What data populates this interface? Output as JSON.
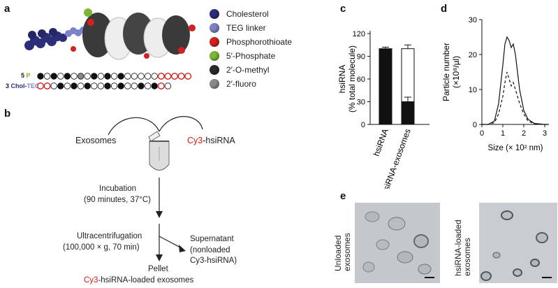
{
  "panels": {
    "a": "a",
    "b": "b",
    "c": "c",
    "d": "d",
    "e": "e"
  },
  "legend": [
    {
      "label": "Cholesterol",
      "color": "#2b2f7a"
    },
    {
      "label": "TEG linker",
      "color": "#7b82c8"
    },
    {
      "label": "Phosphorothioate",
      "color": "#d42020"
    },
    {
      "label": "5′-Phosphate",
      "color": "#7bb832"
    },
    {
      "label": "2′-O-methyl",
      "color": "#2a2a2a"
    },
    {
      "label": "2′-fluoro",
      "color": "#8a8a8a"
    }
  ],
  "strands": {
    "top_prefix": "5",
    "top_p": "P",
    "bottom_prefix": "3",
    "bottom_chol": "Chol-",
    "bottom_teg": "TEG"
  },
  "flow": {
    "exosomes": "Exosomes",
    "cy3": "Cy3",
    "hsirna": "-hsiRNA",
    "incubation": "Incubation",
    "incubation_cond": "(90 minutes, 37°C)",
    "ultra": "Ultracentrifugation",
    "ultra_cond": "(100,000 × g, 70 min)",
    "supernatant": "Supernatant",
    "nonloaded": "(nonloaded",
    "nonloaded2": "Cy3-hsiRNA)",
    "pellet": "Pellet",
    "loaded_suffix": "-hsiRNA-loaded exosomes"
  },
  "chart_data": [
    {
      "type": "bar",
      "categories": [
        "hsiRNA",
        "hsiRNA-exosomes"
      ],
      "series": [
        {
          "values": [
            100,
            30
          ],
          "error": [
            2,
            6
          ]
        },
        {
          "values": [
            0,
            70
          ],
          "error": [
            0,
            5
          ]
        }
      ],
      "stack_totals": [
        100,
        100
      ],
      "ylabel": "hsiRNA\n(% total molecule)",
      "ylabel_lines": [
        "hsiRNA",
        "(% total molecule)"
      ],
      "yticks": [
        "0",
        "30",
        "60",
        "90",
        "120"
      ],
      "ylim": [
        0,
        120
      ],
      "colors": [
        "#111111",
        "#ffffff"
      ]
    },
    {
      "type": "line",
      "x": [
        0,
        0.3,
        0.6,
        0.8,
        1.0,
        1.1,
        1.2,
        1.3,
        1.4,
        1.5,
        1.6,
        1.7,
        1.8,
        2.0,
        2.2,
        2.5,
        3.0,
        3.2
      ],
      "series": [
        {
          "style": "solid",
          "values": [
            0,
            0,
            1,
            6,
            17,
            23,
            25,
            24,
            22,
            23,
            20,
            15,
            10,
            4,
            1.5,
            0.3,
            0,
            0
          ]
        },
        {
          "style": "dashed",
          "values": [
            0,
            0,
            0.5,
            3,
            8,
            12,
            15,
            13,
            11,
            12,
            10,
            8,
            6,
            3,
            1,
            0.2,
            0,
            0
          ]
        }
      ],
      "ylabel": "Particle number",
      "ylabel2": "(×10⁸/µl)",
      "xlabel": "Size (× 10² nm)",
      "xticks": [
        "0",
        "1",
        "2",
        "3"
      ],
      "yticks": [
        "0",
        "10",
        "20",
        "30"
      ],
      "xlim": [
        0,
        3.2
      ],
      "ylim": [
        0,
        30
      ]
    }
  ],
  "micrographs": {
    "left": "Unloaded\nexosomes",
    "left_lines": [
      "Unloaded",
      "exosomes"
    ],
    "right_lines": [
      "hsiRNA-loaded",
      "exosomes"
    ]
  }
}
